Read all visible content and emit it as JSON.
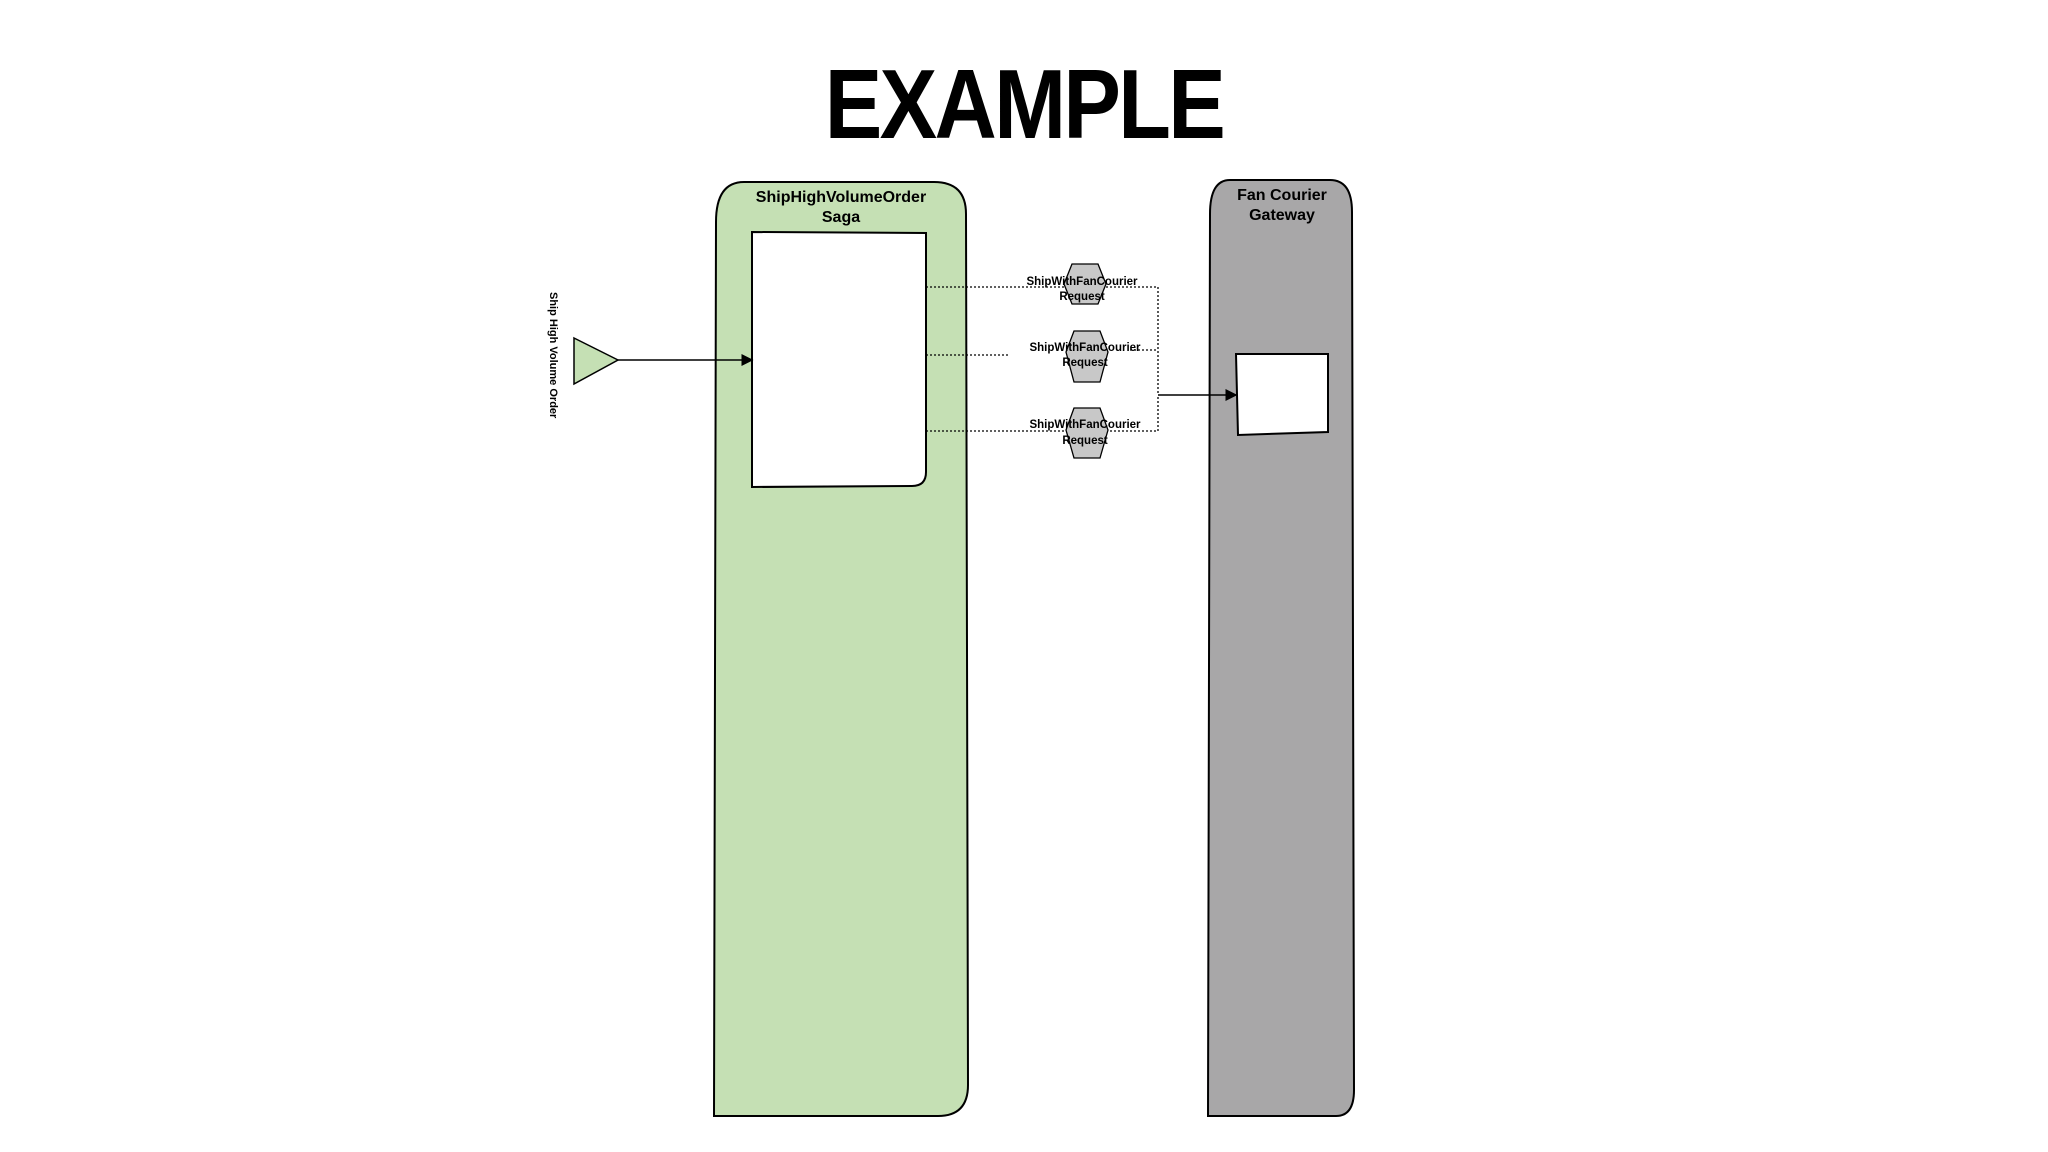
{
  "title": "EXAMPLE",
  "trigger": {
    "label": "Ship High Volume Order"
  },
  "saga": {
    "label_line1": "ShipHighVolumeOrder",
    "label_line2": "Saga",
    "color": "#c5e0b4"
  },
  "gateway": {
    "label_line1": "Fan Courier",
    "label_line2": "Gateway",
    "color": "#a8a7a8"
  },
  "messages": [
    {
      "line1": "ShipWithFanCourier",
      "line2": "Request"
    },
    {
      "line1": "ShipWithFanCourier",
      "line2": "Request"
    },
    {
      "line1": "ShipWithFanCourier",
      "line2": "Request"
    }
  ],
  "colors": {
    "message_fill": "#c8c8c8",
    "stroke": "#000000"
  }
}
